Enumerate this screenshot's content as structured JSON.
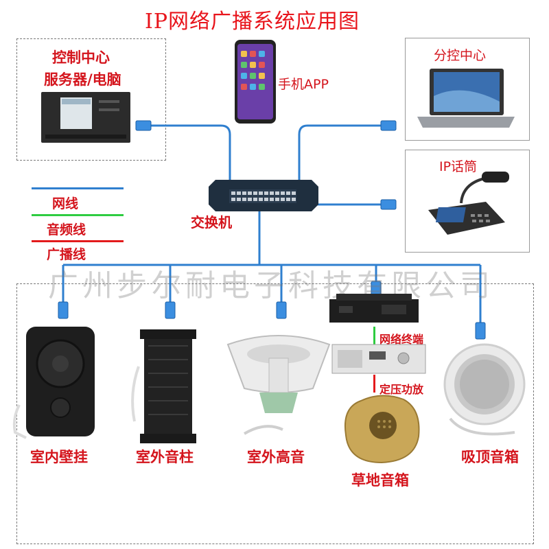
{
  "diagram": {
    "title": "IP网络广播系统应用图",
    "control_center": {
      "line1": "控制中心",
      "line2": "服务器/电脑"
    },
    "phone_app": "手机APP",
    "sub_control": "分控中心",
    "ip_mic": "IP话筒",
    "switch": "交换机",
    "legend": {
      "network": "网线",
      "audio": "音频线",
      "broadcast": "广播线"
    },
    "watermark": "广州步尔耐电子科技有限公司",
    "network_terminal": "网络终端",
    "amplifier": "定压功放",
    "devices": [
      {
        "label": "室内壁挂"
      },
      {
        "label": "室外音柱"
      },
      {
        "label": "室外高音"
      },
      {
        "label": "草地音箱"
      },
      {
        "label": "吸顶音箱"
      }
    ]
  },
  "colors": {
    "network": "#2f7fcf",
    "audio": "#2ecc40",
    "broadcast": "#e31a1c",
    "label": "#d4141c"
  }
}
